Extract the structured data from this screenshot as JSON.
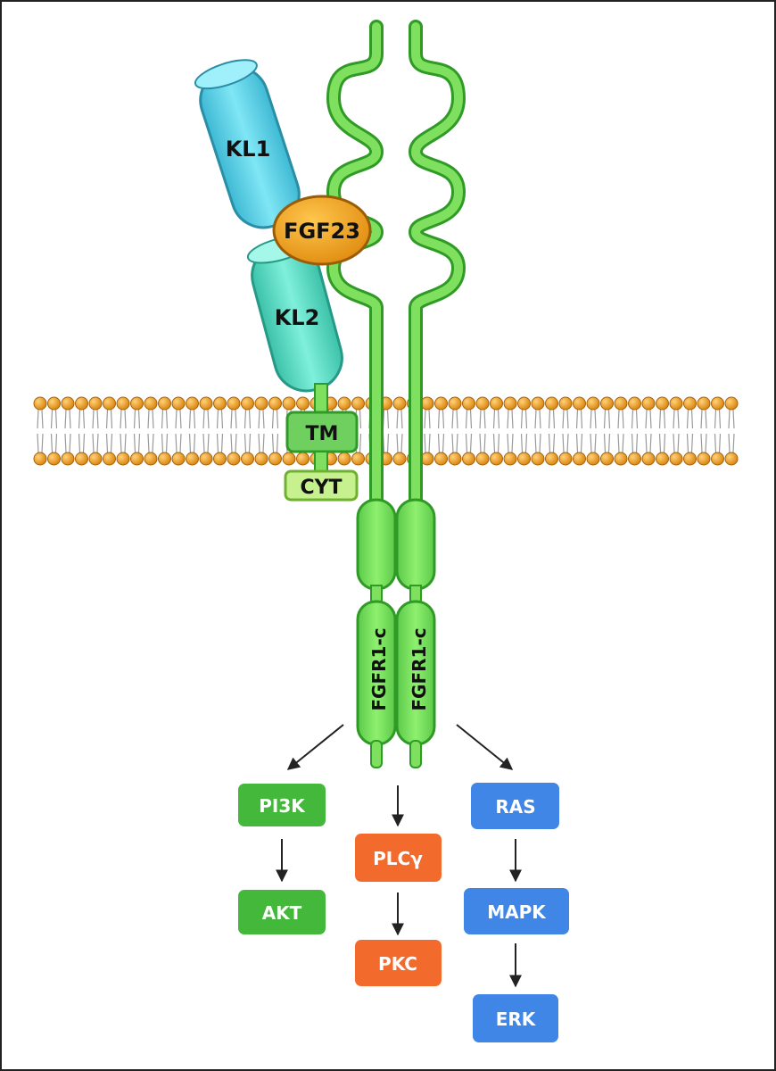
{
  "colors": {
    "receptor_green": "#7fe05f",
    "receptor_stroke": "#2f9a26",
    "kl_cyan": "#5fd4e8",
    "kl2_teal": "#5ed9c4",
    "fgf23_orange": "#f0a020",
    "lipid_orange": "#e8920f",
    "pi3k_green": "#43b83a",
    "plc_orange": "#f26b2c",
    "ras_blue": "#3f86e6",
    "arrow": "#222222"
  },
  "labels": {
    "kl1": "KL1",
    "kl2": "KL2",
    "fgf23": "FGF23",
    "tm": "TM",
    "cyt": "CYT",
    "fgfr_left": "FGFR1-c",
    "fgfr_right": "FGFR1-c"
  },
  "pathways": {
    "left": [
      "PI3K",
      "AKT"
    ],
    "middle": [
      "PLCγ",
      "PKC"
    ],
    "right": [
      "RAS",
      "MAPK",
      "ERK"
    ]
  }
}
